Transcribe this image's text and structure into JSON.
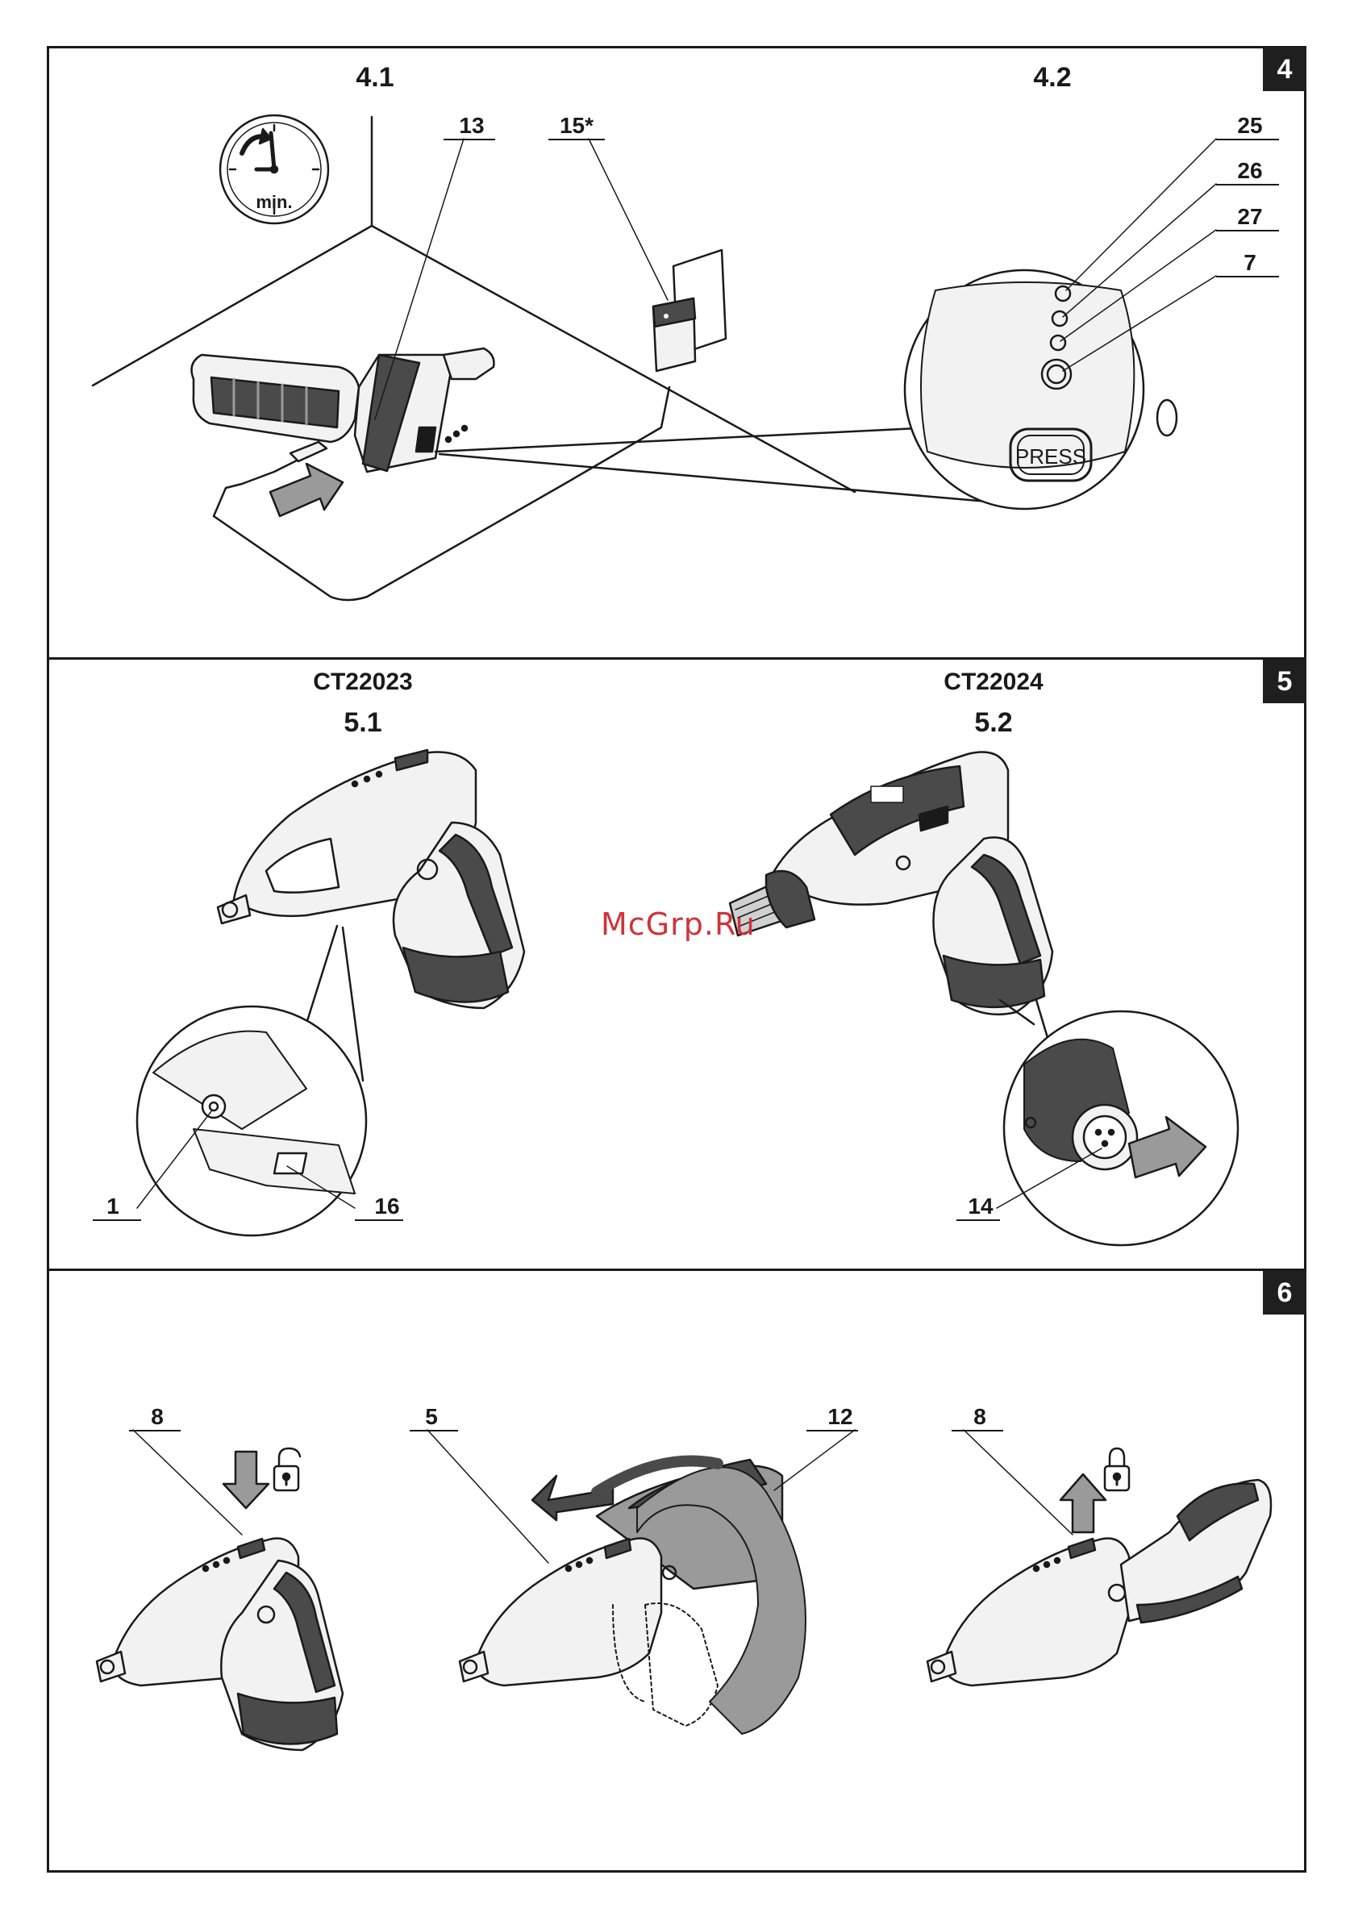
{
  "sections": [
    {
      "number": "4",
      "headings": [
        "4.1",
        "4.2"
      ]
    },
    {
      "number": "5",
      "headings": [
        "5.1",
        "5.2"
      ],
      "models": [
        "CT22023",
        "CT22024"
      ]
    },
    {
      "number": "6"
    }
  ],
  "callouts": {
    "s4": [
      "13",
      "15*",
      "25",
      "26",
      "27",
      "7"
    ],
    "s5": [
      "1",
      "16",
      "14"
    ],
    "s6": [
      "8",
      "5",
      "12",
      "8"
    ]
  },
  "labels": {
    "min": "min.",
    "press": "PRESS"
  },
  "watermark": "McGrp.Ru",
  "icons": [
    "clock-icon",
    "plug-icon",
    "arrow-right-icon",
    "unlock-icon",
    "lock-icon",
    "rotate-arrow-icon",
    "arrow-down-icon",
    "arrow-up-icon"
  ],
  "colors": {
    "line": "#1a1a1a",
    "badge": "#1f1f1f",
    "watermark": "#d0333a",
    "fill_light": "#f2f2f2",
    "fill_grey": "#9a9a9a",
    "fill_dark": "#4a4a4a"
  }
}
